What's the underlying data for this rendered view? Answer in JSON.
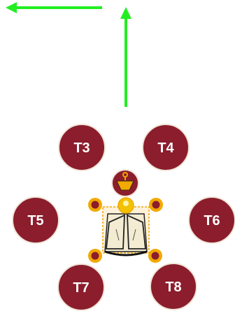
{
  "colors": {
    "arrow": "#22ee22",
    "table_fill": "#8b1d2c",
    "table_stroke": "#f0e6d8",
    "handle_fill": "#f2a900",
    "handle_core": "#8b1d2c",
    "selection": "#f0a500",
    "selection_fill": "#fbe6b9",
    "chair_fill": "#f3ecd2",
    "chair_stroke": "#222222"
  },
  "arrows": [
    {
      "name": "arrow-left",
      "direction": "left"
    },
    {
      "name": "arrow-up",
      "direction": "up"
    }
  ],
  "tables": [
    {
      "id": "t3",
      "label": "T3"
    },
    {
      "id": "t4",
      "label": "T4"
    },
    {
      "id": "t5",
      "label": "T5"
    },
    {
      "id": "t6",
      "label": "T6"
    },
    {
      "id": "t7",
      "label": "T7"
    },
    {
      "id": "t8",
      "label": "T8"
    }
  ],
  "selected_object": {
    "name": "chair",
    "icon": "chair-icon",
    "rotate_handle_icon": "rotate-handle-icon",
    "anchor_icon": "anchor-icon"
  }
}
